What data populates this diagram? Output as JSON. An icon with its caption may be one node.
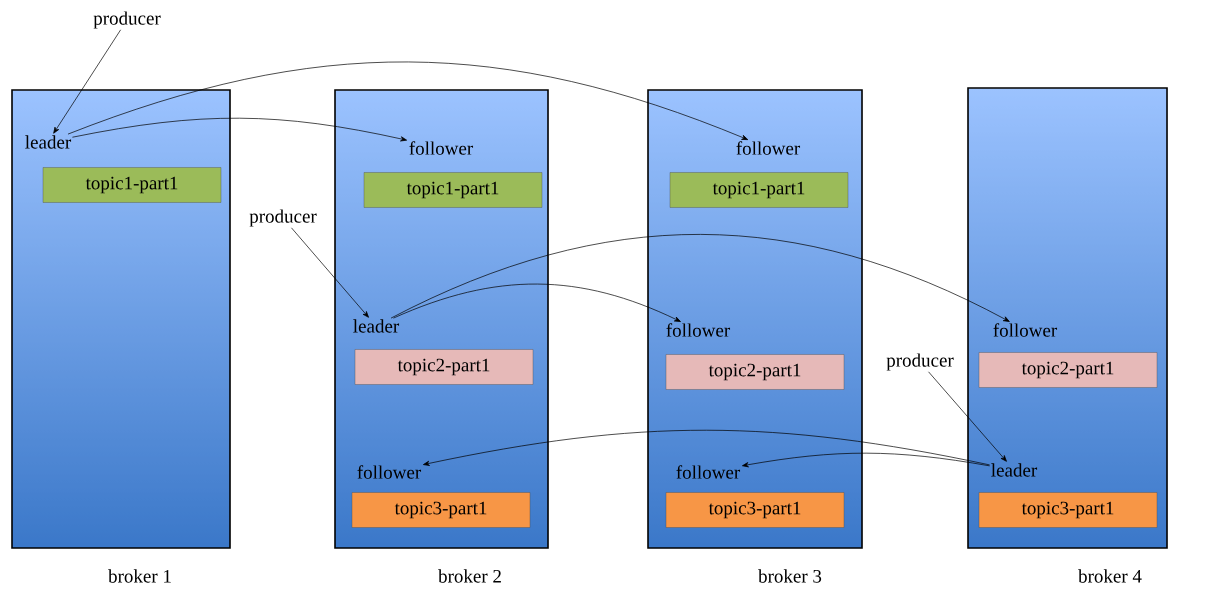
{
  "diagram": {
    "nodes": [
      {
        "text": [
          "producer"
        ]
      },
      {
        "text": [
          "broker 1"
        ]
      },
      {
        "text": [
          "leader"
        ],
        "in": 1
      },
      {
        "text": [
          "topic1-part1"
        ],
        "in": 1
      },
      {
        "text": [
          "broker 2"
        ]
      },
      {
        "text": [
          "follower"
        ],
        "in": 4
      },
      {
        "text": [
          "topic1-part1"
        ],
        "in": 4
      },
      {
        "text": [
          "leader"
        ],
        "in": 4
      },
      {
        "text": [
          "topic2-part1"
        ],
        "in": 4
      },
      {
        "text": [
          "follower"
        ],
        "in": 4
      },
      {
        "text": [
          "topic3-part1"
        ],
        "in": 4
      },
      {
        "text": [
          "broker 3"
        ]
      },
      {
        "text": [
          "follower"
        ],
        "in": 11
      },
      {
        "text": [
          "topic1-part1"
        ],
        "in": 11
      },
      {
        "text": [
          "follower"
        ],
        "in": 11
      },
      {
        "text": [
          "topic2-part1"
        ],
        "in": 11
      },
      {
        "text": [
          "follower"
        ],
        "in": 11
      },
      {
        "text": [
          "topic3-part1"
        ],
        "in": 11
      },
      {
        "text": [
          "broker 4"
        ]
      },
      {
        "text": [
          "follower"
        ],
        "in": 18
      },
      {
        "text": [
          "topic2-part1"
        ],
        "in": 18
      },
      {
        "text": [
          "leader"
        ],
        "in": 18
      },
      {
        "text": [
          "topic3-part1"
        ],
        "in": 18
      },
      {
        "text": [
          "producer"
        ]
      },
      {
        "text": [
          "producer"
        ]
      }
    ],
    "edges": [
      {
        "from": 0,
        "to": 2,
        "arrow": "to"
      },
      {
        "from": 2,
        "to": 5,
        "arrow": "to"
      },
      {
        "from": 2,
        "to": 12,
        "arrow": "to"
      },
      {
        "from": 23,
        "to": 7,
        "arrow": "to"
      },
      {
        "from": 7,
        "to": 14,
        "arrow": "to"
      },
      {
        "from": 7,
        "to": 19,
        "arrow": "to"
      },
      {
        "from": 24,
        "to": 21,
        "arrow": "to"
      },
      {
        "from": 21,
        "to": 16,
        "arrow": "to"
      },
      {
        "from": 21,
        "to": 9,
        "arrow": "to"
      }
    ]
  }
}
